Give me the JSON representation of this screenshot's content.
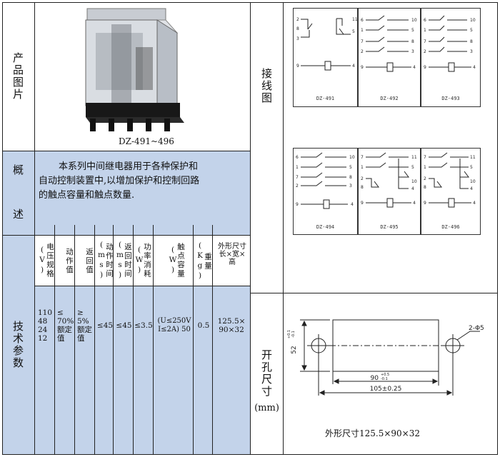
{
  "left_table": {
    "row_product": {
      "label": "产品图片",
      "photo_caption": "DZ-491~496"
    },
    "row_overview": {
      "label_top": "概",
      "label_bottom": "述",
      "text_line1": "本系列中间继电器用于各种保护和",
      "text_line2": "自动控制装置中,以增加保护和控制回路",
      "text_line3": "的触点容量和触点数量."
    },
    "row_tech": {
      "label": "技术参数",
      "headers": [
        "电压规格(V)",
        "动作值",
        "返回值",
        "动作时间(ms)",
        "返回时间(ms)",
        "功率消耗(W)",
        "触点容量(W)",
        "重量(Kg)",
        "外形尺寸长×宽×高"
      ],
      "values": {
        "voltage": [
          "110",
          "48",
          "24",
          "12"
        ],
        "operate": [
          "≤",
          "70%",
          "额定",
          "值"
        ],
        "release": [
          "≥",
          "5%",
          "额定",
          "值"
        ],
        "operate_time": "≤45",
        "release_time": "≤45",
        "power": "≤3.5",
        "contact_line1": "(U≤250V",
        "contact_line2": "I≤2A)  50",
        "weight": "0.5",
        "dims_line1": "125.5×",
        "dims_line2": "90×32"
      }
    }
  },
  "right_table": {
    "wiring_label": "接线图",
    "diagrams_top": [
      "DZ-491",
      "DZ-492",
      "DZ-493"
    ],
    "diagrams_bottom": [
      "DZ-494",
      "DZ-495",
      "DZ-496"
    ],
    "cutout_label": "开孔尺寸",
    "cutout_unit": "(mm)",
    "cutout_drawing": {
      "height_dim": "52",
      "height_tol_top": "+0.1",
      "height_tol_bot": "-0.1",
      "hole_label": "2-Φ5",
      "inner_dim": "90",
      "inner_tol_top": "+0.5",
      "inner_tol_bot": "-0.1",
      "outer_dim": "105±0.25"
    },
    "outline_caption": "外形尺寸125.5×90×32"
  }
}
